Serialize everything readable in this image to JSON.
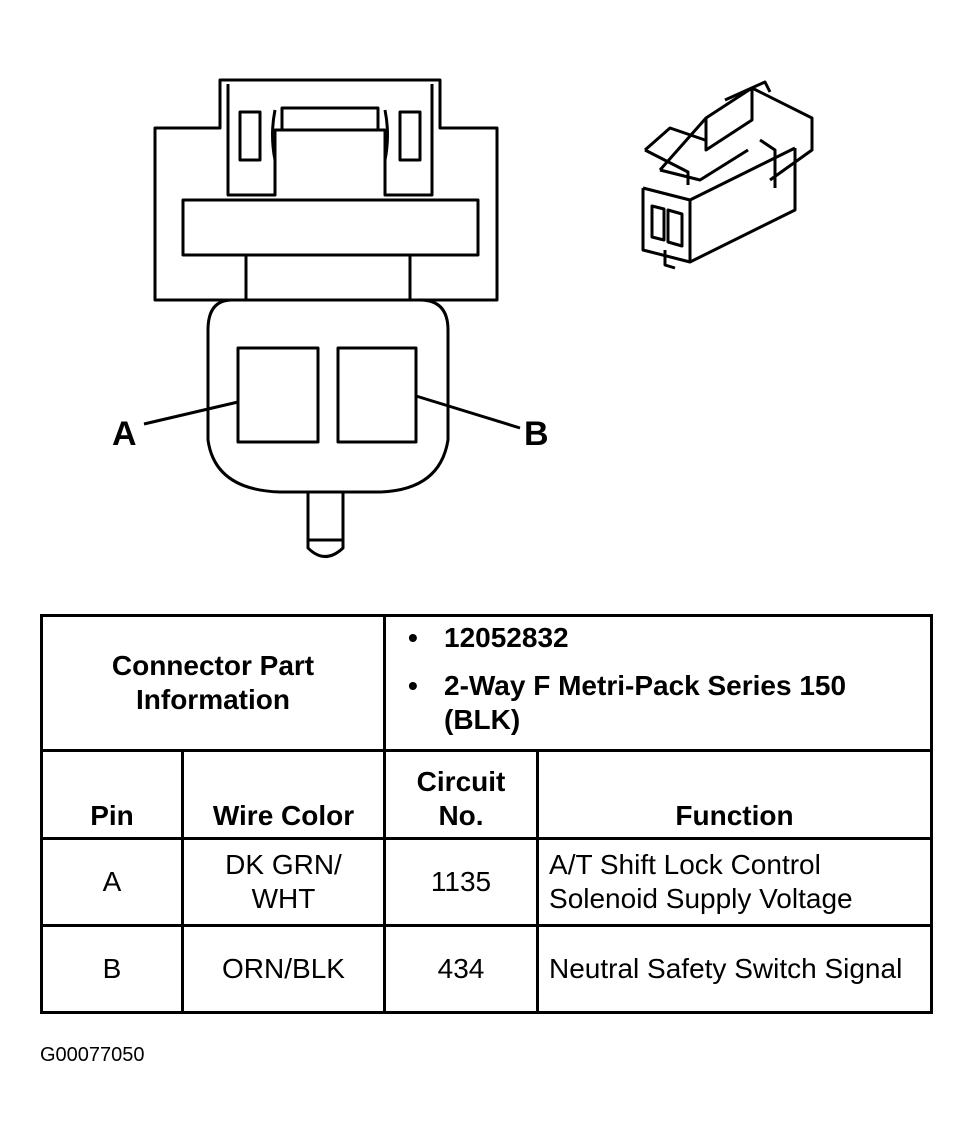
{
  "diagram": {
    "pin_a_label": "A",
    "pin_b_label": "B"
  },
  "table": {
    "part_info_header": "Connector Part Information",
    "part_info_items": [
      "12052832",
      "2-Way F Metri-Pack Series 150 (BLK)"
    ],
    "columns": {
      "pin": "Pin",
      "wire_color": "Wire Color",
      "circuit": "Circuit No.",
      "function": "Function"
    },
    "rows": [
      {
        "pin": "A",
        "wire_color": "DK GRN/ WHT",
        "circuit": "1135",
        "function": "A/T Shift Lock Control Solenoid Supply Voltage"
      },
      {
        "pin": "B",
        "wire_color": "ORN/BLK",
        "circuit": "434",
        "function": "Neutral Safety Switch Signal"
      }
    ]
  },
  "figure_id": "G00077050"
}
